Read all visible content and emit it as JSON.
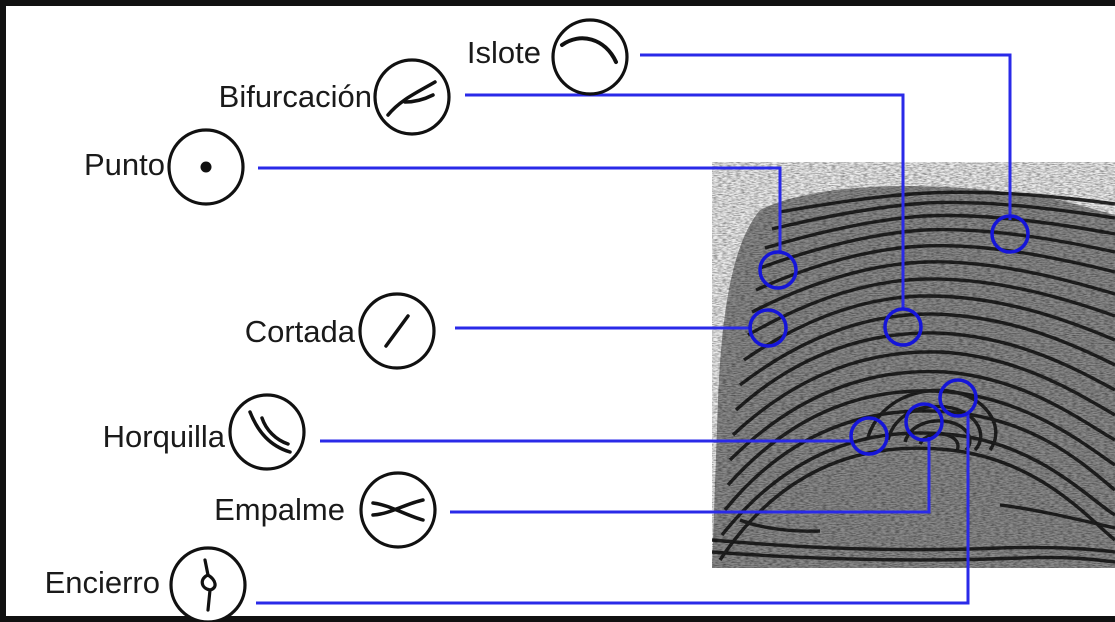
{
  "diagram": {
    "line_color": "#2a2ae8",
    "marker_color": "#1515d9",
    "labels": {
      "islote": "Islote",
      "bifurcacion": "Bifurcación",
      "punto": "Punto",
      "cortada": "Cortada",
      "horquilla": "Horquilla",
      "empalme": "Empalme",
      "encierro": "Encierro"
    }
  }
}
